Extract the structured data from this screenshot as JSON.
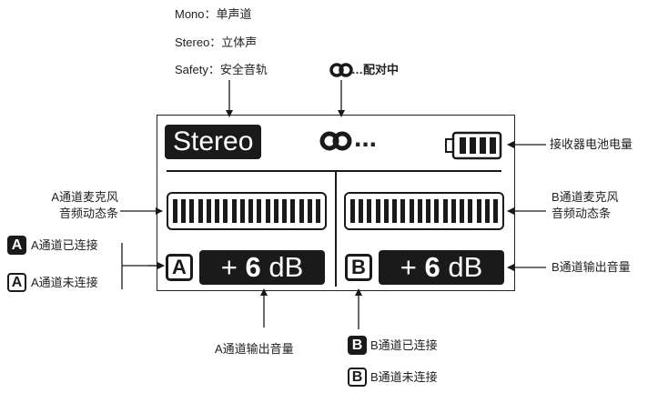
{
  "legend_top": {
    "mono": "Mono：单声道",
    "stereo": "Stereo：立体声",
    "safety": "Safety：安全音轨",
    "pairing": "…配对中"
  },
  "screen": {
    "mode": "Stereo",
    "pairing_dots": "...",
    "battery_level": 1.0,
    "channel_a": {
      "letter": "A",
      "volume_sign": "+",
      "volume_num": "6",
      "volume_unit": "dB",
      "meter_level": 1.0
    },
    "channel_b": {
      "letter": "B",
      "volume_sign": "+",
      "volume_num": "6",
      "volume_unit": "dB",
      "meter_level": 1.0
    }
  },
  "callouts": {
    "receiver_battery": "接收器电池电量",
    "a_meter_line1": "A通道麦克风",
    "a_meter_line2": "音频动态条",
    "b_meter_line1": "B通道麦克风",
    "b_meter_line2": "音频动态条",
    "a_connected": "A通道已连接",
    "a_disconnected": "A通道未连接",
    "b_output": "B通道输出音量",
    "a_output": "A通道输出音量",
    "b_connected": "B通道已连接",
    "b_disconnected": "B通道未连接",
    "a_icon_letter": "A",
    "b_icon_letter": "B"
  }
}
